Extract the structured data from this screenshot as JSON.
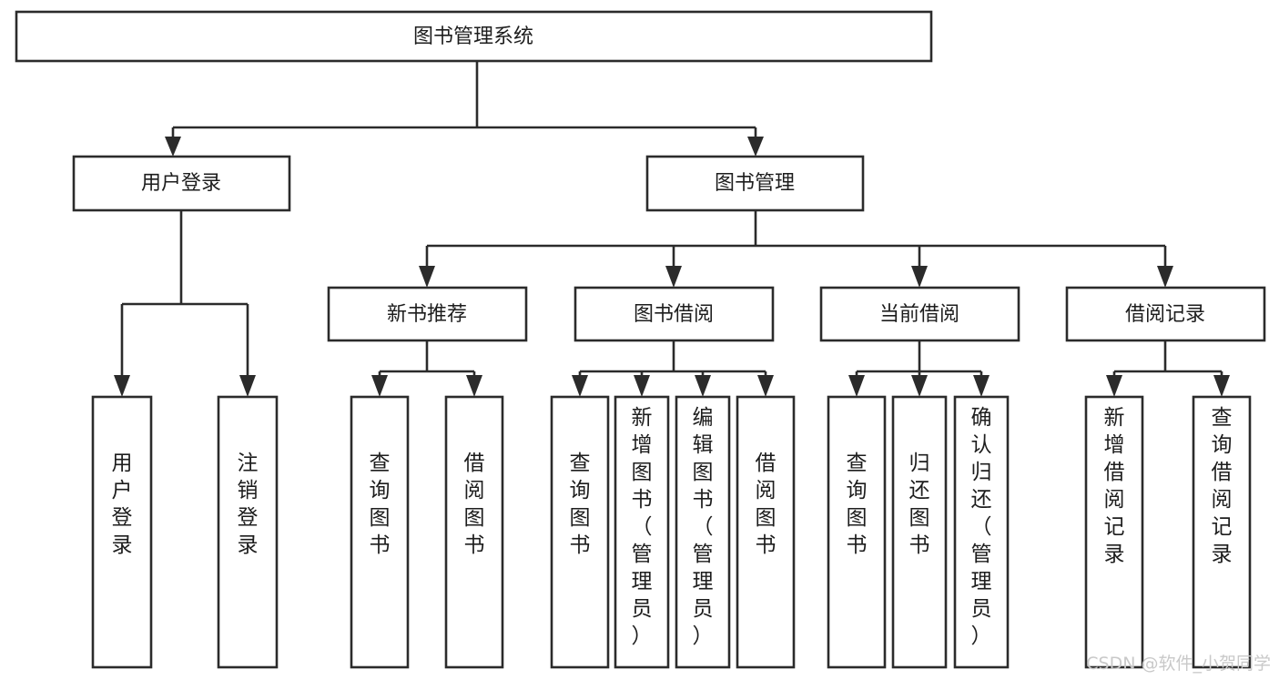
{
  "diagram": {
    "title": "图书管理系统",
    "type": "tree-hierarchy",
    "orientation": "top-down",
    "watermark": "CSDN @软件_小贺同学",
    "colors": {
      "stroke": "#2b2b2b",
      "fill": "#ffffff",
      "text": "#1d1d1d",
      "watermark": "#c9c9c9",
      "background": "#ffffff"
    },
    "nodes": {
      "root": {
        "label": "图书管理系统"
      },
      "level2": [
        {
          "id": "user-login",
          "label": "用户登录"
        },
        {
          "id": "book-manage",
          "label": "图书管理"
        }
      ],
      "level3": [
        {
          "id": "new-book-recommend",
          "label": "新书推荐"
        },
        {
          "id": "book-borrow",
          "label": "图书借阅"
        },
        {
          "id": "current-borrow",
          "label": "当前借阅"
        },
        {
          "id": "borrow-record",
          "label": "借阅记录"
        }
      ],
      "leaves": {
        "user-login": [
          {
            "id": "leaf-user-login",
            "label": "用户登录"
          },
          {
            "id": "leaf-user-logout",
            "label": "注销登录"
          }
        ],
        "new-book-recommend": [
          {
            "id": "leaf-query-book-1",
            "label": "查询图书"
          },
          {
            "id": "leaf-borrow-book-1",
            "label": "借阅图书"
          }
        ],
        "book-borrow": [
          {
            "id": "leaf-query-book-2",
            "label": "查询图书"
          },
          {
            "id": "leaf-add-book",
            "label": "新增图书（管理员）"
          },
          {
            "id": "leaf-edit-book",
            "label": "编辑图书（管理员）"
          },
          {
            "id": "leaf-borrow-book-2",
            "label": "借阅图书"
          }
        ],
        "current-borrow": [
          {
            "id": "leaf-query-book-3",
            "label": "查询图书"
          },
          {
            "id": "leaf-return-book",
            "label": "归还图书"
          },
          {
            "id": "leaf-confirm-return",
            "label": "确认归还（管理员）"
          }
        ],
        "borrow-record": [
          {
            "id": "leaf-add-record",
            "label": "新增借阅记录"
          },
          {
            "id": "leaf-query-record",
            "label": "查询借阅记录"
          }
        ]
      }
    }
  }
}
